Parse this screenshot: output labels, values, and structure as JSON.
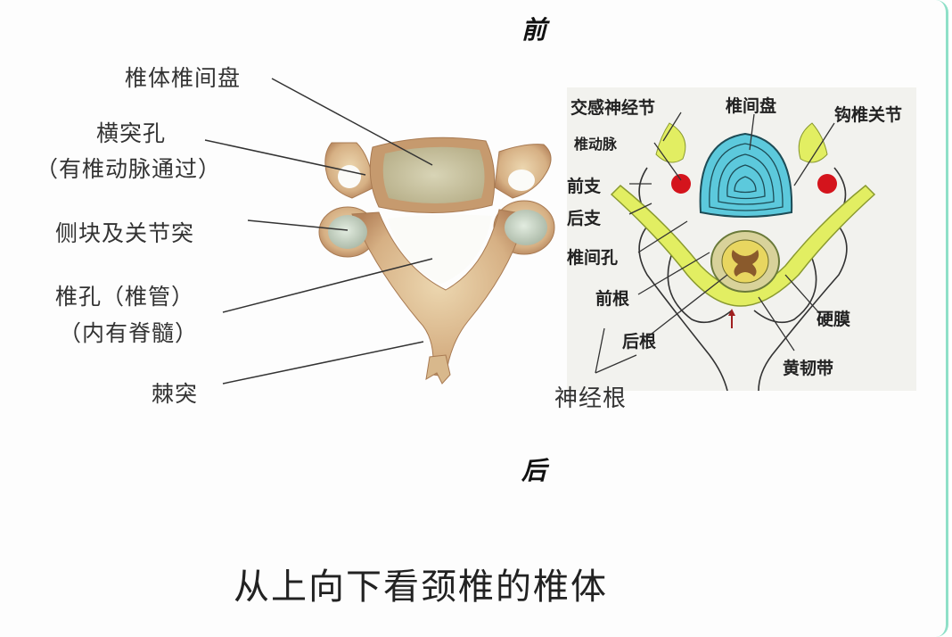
{
  "orientation": {
    "front": "前",
    "back": "后"
  },
  "caption": "从上向下看颈椎的椎体",
  "left_diagram": {
    "labels": {
      "vertebral_body_disc": "椎体椎间盘",
      "transverse_foramen": "横突孔",
      "transverse_foramen_note": "（有椎动脉通过）",
      "lateral_mass": "侧块及关节突",
      "vertebral_foramen": "椎孔（椎管）",
      "vertebral_foramen_note": "（内有脊髓）",
      "spinous_process": "棘突"
    },
    "colors": {
      "bone": "#d9b98c",
      "bone_shadow": "#b98a62",
      "body_surface": "#c9c4a4"
    }
  },
  "right_diagram": {
    "labels": {
      "sympathetic_ganglion": "交感神经节",
      "intervertebral_disc": "椎间盘",
      "uncovertebral_joint": "钩椎关节",
      "vertebral_artery": "椎动脉",
      "anterior_ramus": "前支",
      "posterior_ramus": "后支",
      "intervertebral_foramen": "椎间孔",
      "anterior_root": "前根",
      "posterior_root": "后根",
      "nerve_root": "神经根",
      "dura_mater": "硬膜",
      "ligamentum_flavum": "黄韧带"
    },
    "colors": {
      "disc": "#5cc9dc",
      "artery": "#d4141c",
      "nerve": "#e2ee62",
      "spinal_cord": "#e8d660",
      "gray_matter": "#8a5a2c",
      "background": "#f2f2ee"
    }
  }
}
